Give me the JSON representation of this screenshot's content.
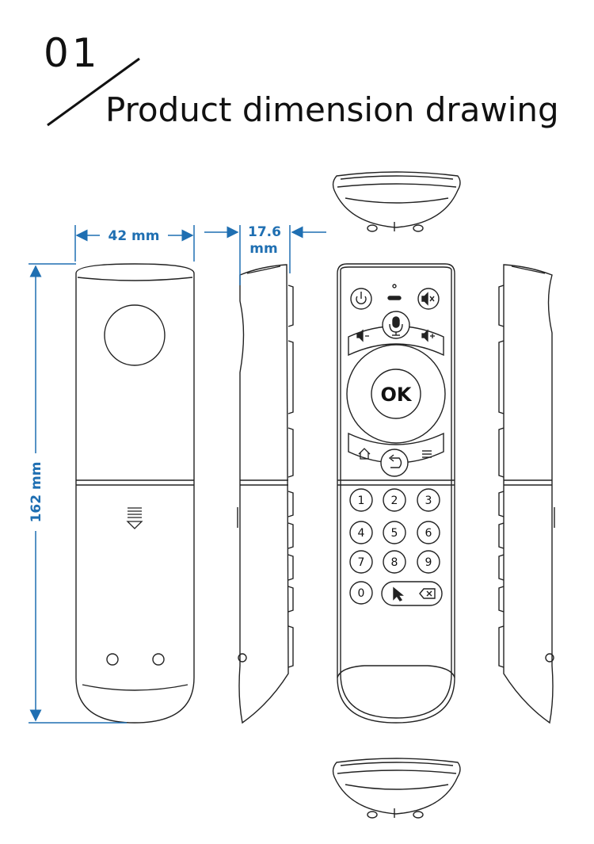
{
  "header": {
    "section_number": "01",
    "title": "Product dimension drawing"
  },
  "dimensions": {
    "width_label": "42 mm",
    "thickness_label_line1": "17.6",
    "thickness_label_line2": "mm",
    "length_label": "162 mm"
  },
  "remote_buttons": {
    "ok": "OK",
    "digits": [
      "1",
      "2",
      "3",
      "4",
      "5",
      "6",
      "7",
      "8",
      "9",
      "0"
    ]
  },
  "colors": {
    "dimension": "#1f6fb2",
    "outline": "#222222"
  },
  "icons": [
    "power-icon",
    "mute-icon",
    "mic-icon",
    "volume-down-icon",
    "volume-up-icon",
    "home-icon",
    "back-icon",
    "menu-icon",
    "pointer-icon",
    "backspace-icon",
    "battery-cover-arrow-icon"
  ]
}
